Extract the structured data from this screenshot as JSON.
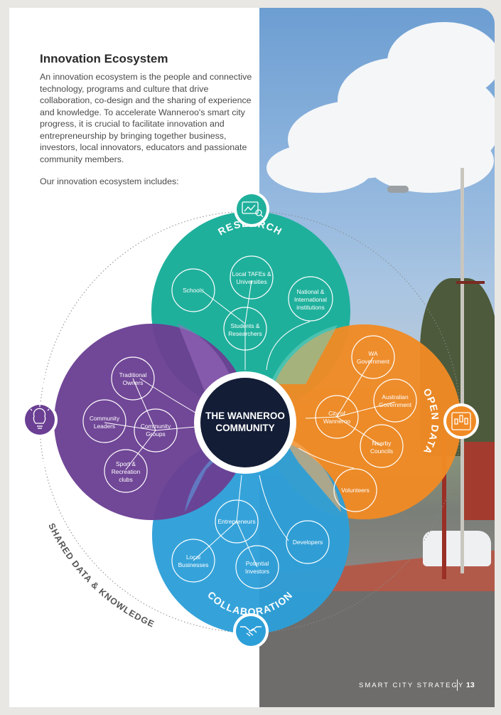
{
  "page": {
    "heading": "Innovation Ecosystem",
    "intro": "An innovation ecosystem is the people and connective technology, programs and culture that drive collaboration, co-design and the sharing of experience and knowledge. To accelerate Wanneroo's smart city progress, it is crucial to facilitate innovation and entrepreneurship by bringing together business, investors, local innovators, educators and passionate community members.",
    "lead_in": "Our innovation ecosystem includes:",
    "footer_label": "SMART CITY STRATEGY",
    "page_number": "13"
  },
  "diagram": {
    "center": [
      "THE WANNEROO",
      "COMMUNITY"
    ],
    "ring_label": "SHARED DATA & KNOWLEDGE",
    "colors": {
      "research": "#1fb09c",
      "open_data": "#f08a24",
      "collaboration": "#2d9fd8",
      "ideation": "#6b3f93",
      "center": "#131d36"
    },
    "petals": {
      "research": {
        "title": "RESEARCH",
        "icon": "chart-magnifier-icon",
        "nodes": [
          [
            "Schools"
          ],
          [
            "Local TAFEs &",
            "Universities"
          ],
          [
            "National &",
            "International",
            "institutions"
          ],
          [
            "Students &",
            "Researchers"
          ]
        ]
      },
      "open_data": {
        "title": "OPEN DATA",
        "icon": "data-chart-icon",
        "nodes": [
          [
            "WA",
            "Government"
          ],
          [
            "Australian",
            "Government"
          ],
          [
            "City of",
            "Wanneroo"
          ],
          [
            "Nearby",
            "Councils"
          ],
          [
            "Volunteers"
          ]
        ]
      },
      "collaboration": {
        "title": "COLLABORATION",
        "icon": "handshake-icon",
        "nodes": [
          [
            "Entrepreneurs"
          ],
          [
            "Developers"
          ],
          [
            "Local",
            "Businesses"
          ],
          [
            "Potential",
            "Investors"
          ]
        ]
      },
      "ideation": {
        "title": "IDEATION & CO-DESIGN",
        "icon": "lightbulb-icon",
        "nodes": [
          [
            "Traditional",
            "Owners"
          ],
          [
            "Community",
            "Leaders"
          ],
          [
            "Community",
            "Groups"
          ],
          [
            "Sport &",
            "Recreation",
            "clubs"
          ]
        ]
      }
    }
  }
}
